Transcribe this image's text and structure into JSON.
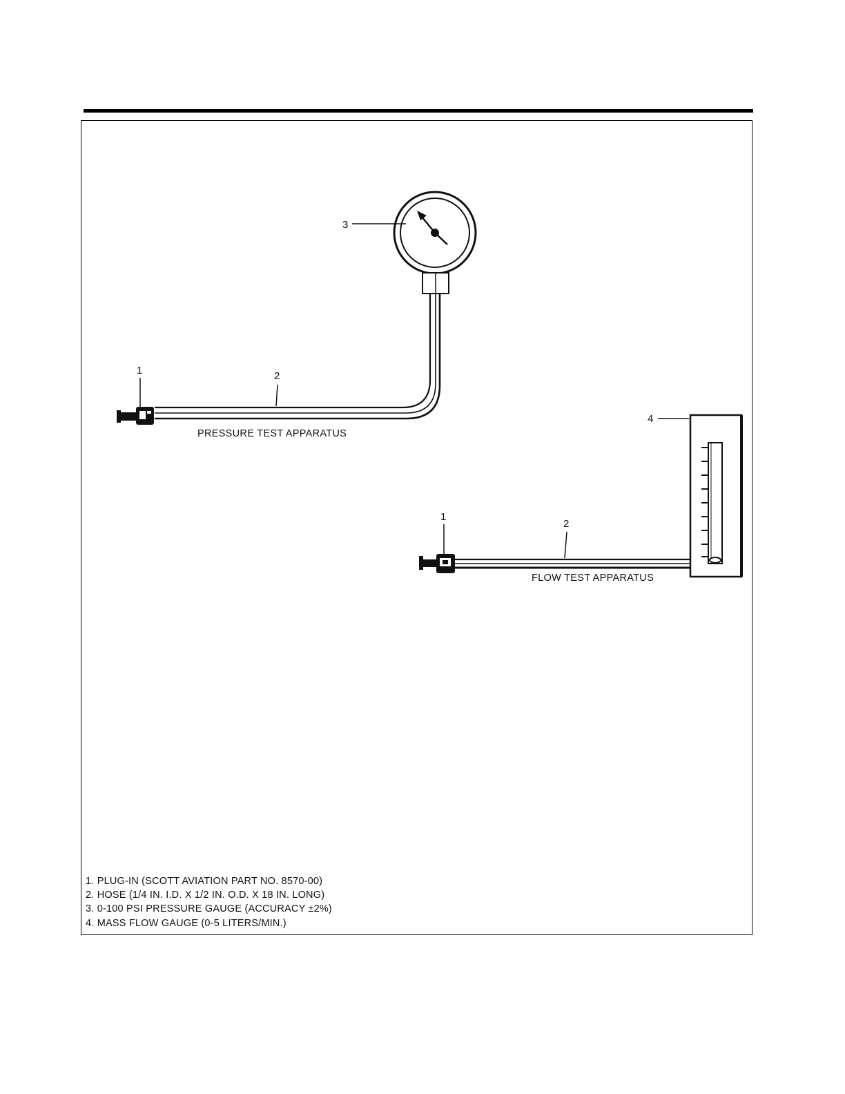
{
  "figure": {
    "colors": {
      "ink": "#111111",
      "paper": "#ffffff"
    },
    "pressure_apparatus": {
      "caption": "PRESSURE TEST APPARATUS",
      "callouts": {
        "plug_in": "1",
        "hose": "2",
        "pressure_gauge": "3"
      }
    },
    "flow_apparatus": {
      "caption": "FLOW TEST APPARATUS",
      "callouts": {
        "plug_in": "1",
        "hose": "2",
        "mass_flow_gauge": "4"
      }
    }
  },
  "legend": {
    "items": [
      {
        "number": "1.",
        "text": "PLUG-IN (SCOTT AVIATION PART NO. 8570-00)"
      },
      {
        "number": "2.",
        "text": "HOSE (1/4 IN. I.D. X 1/2 IN. O.D. X 18 IN. LONG)"
      },
      {
        "number": "3.",
        "text": "0-100 PSI PRESSURE GAUGE (ACCURACY ±2%)"
      },
      {
        "number": "4.",
        "text": "MASS FLOW GAUGE (0-5 LITERS/MIN.)"
      }
    ]
  }
}
